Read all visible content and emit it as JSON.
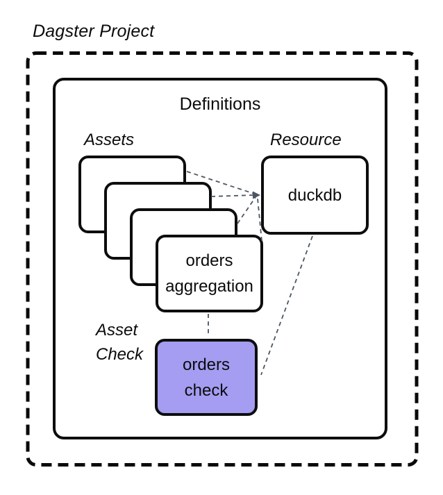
{
  "title": "Dagster Project",
  "definitions": {
    "label": "Definitions"
  },
  "assets": {
    "group_label": "Assets",
    "blank_card_count": 3,
    "top_card": {
      "line1": "orders",
      "line2": "aggregation"
    }
  },
  "resource": {
    "group_label": "Resource",
    "card_label": "duckdb"
  },
  "asset_check": {
    "group_label": {
      "line1": "Asset",
      "line2": "Check"
    },
    "card": {
      "line1": "orders",
      "line2": "check"
    }
  },
  "colors": {
    "card-border": "#0d0d0d",
    "connector": "#4b5563",
    "asset-check-fill": "#a49df1",
    "canvas-bg": "#ffffff"
  }
}
